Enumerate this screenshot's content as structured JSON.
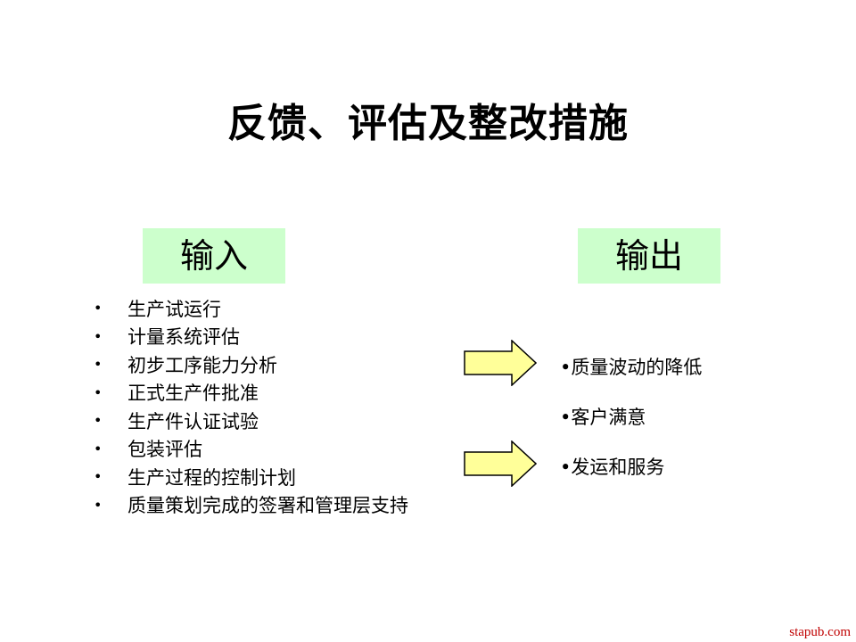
{
  "title": "反馈、评估及整改措施",
  "input_header": "输入",
  "output_header": "输出",
  "input_items": [
    "生产试运行",
    "计量系统评估",
    "初步工序能力分析",
    "正式生产件批准",
    "生产件认证试验",
    "包装评估",
    "生产过程的控制计划",
    "质量策划完成的签署和管理层支持"
  ],
  "output_items": [
    "•质量波动的降低",
    "•客户满意",
    "•发运和服务"
  ],
  "bullet": "•",
  "watermark": "stapub.com",
  "colors": {
    "header_bg": "#ccffcc",
    "arrow_fill": "#ffff99",
    "watermark": "#c00000"
  }
}
